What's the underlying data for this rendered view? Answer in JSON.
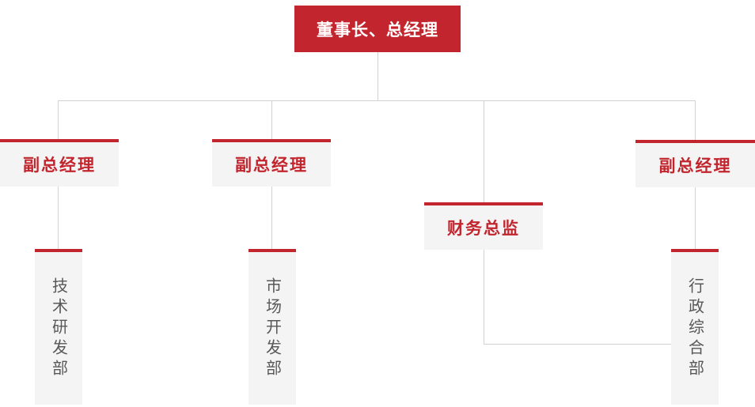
{
  "palette": {
    "accent_red": "#c2252d",
    "node_background": "#f4f4f4",
    "connector_line": "#d2d2d2",
    "department_text": "#595757",
    "root_text": "#ffffff"
  },
  "org_chart": {
    "root": {
      "label": "董事长、总经理"
    },
    "executives": [
      {
        "label": "副总经理"
      },
      {
        "label": "副总经理"
      },
      {
        "label": "财务总监"
      },
      {
        "label": "副总经理"
      }
    ],
    "departments": [
      {
        "label": "技术研发部"
      },
      {
        "label": "市场开发部"
      },
      {
        "label": "行政综合部"
      }
    ]
  }
}
